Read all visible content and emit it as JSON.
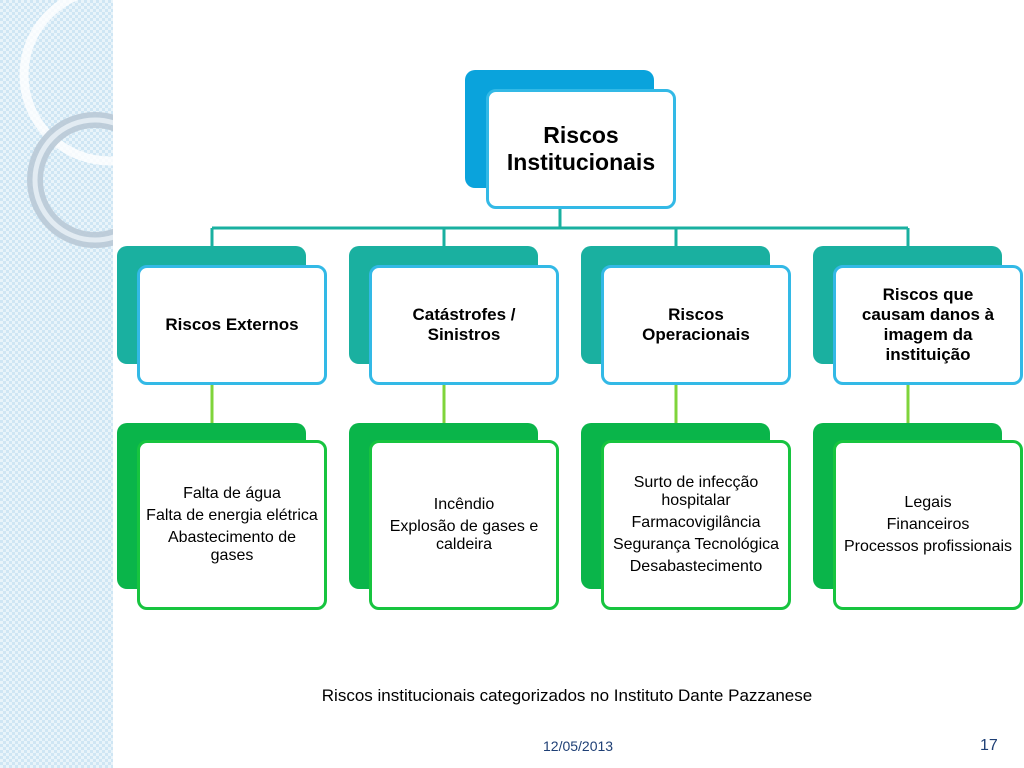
{
  "root": {
    "lines": [
      "Riscos",
      "Institucionais"
    ]
  },
  "categories": [
    {
      "title": [
        "Riscos Externos"
      ],
      "items": [
        "Falta de água",
        "Falta de energia elétrica",
        "Abastecimento de gases"
      ]
    },
    {
      "title": [
        "Catástrofes /",
        "Sinistros"
      ],
      "items": [
        "Incêndio",
        "Explosão de gases e caldeira"
      ]
    },
    {
      "title": [
        "Riscos",
        "Operacionais"
      ],
      "items": [
        "Surto de infecção hospitalar",
        "Farmacovigilância",
        "Segurança Tecnológica",
        "Desabastecimento"
      ]
    },
    {
      "title": [
        "Riscos que",
        "causam danos à",
        "imagem da",
        "instituição"
      ],
      "items": [
        "Legais",
        "Financeiros",
        "Processos profissionais"
      ]
    }
  ],
  "caption": "Riscos institucionais categorizados no Instituto Dante Pazzanese",
  "footer": {
    "date": "12/05/2013",
    "page": "17"
  },
  "colors": {
    "level1": "#1ab0a0",
    "root": "#0aa3dc",
    "level2": "#0ab54a",
    "frame_blue": "#33b9e6",
    "frame_green": "#17c43f"
  }
}
